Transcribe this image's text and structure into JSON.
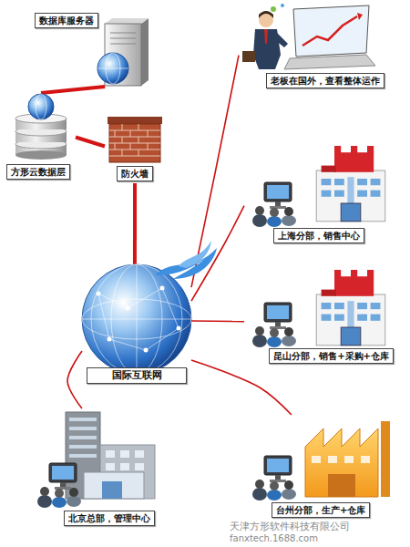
{
  "diagram": {
    "nodes": [
      {
        "text": [
          "数据库服务器"
        ]
      },
      {
        "text": [
          "老板在国外，查看整体运作"
        ]
      },
      {
        "text": [
          "方形云数据层"
        ]
      },
      {
        "text": [
          "防火墙"
        ]
      },
      {
        "text": [
          "上海分部，销售中心"
        ]
      },
      {
        "text": [
          "昆山分部，销售+采购+仓库"
        ]
      },
      {
        "text": [
          "国际互联网"
        ]
      },
      {
        "text": [
          "北京总部，管理中心"
        ]
      },
      {
        "text": [
          "台州分部，生产+仓库"
        ]
      }
    ],
    "edges": [
      {
        "from": 0,
        "to": 2,
        "arrow": "none"
      },
      {
        "from": 2,
        "to": 3,
        "arrow": "none"
      },
      {
        "from": 3,
        "to": 6,
        "arrow": "none"
      },
      {
        "from": 6,
        "to": 1,
        "arrow": "none"
      },
      {
        "from": 6,
        "to": 4,
        "arrow": "none"
      },
      {
        "from": 6,
        "to": 5,
        "arrow": "none"
      },
      {
        "from": 6,
        "to": 7,
        "arrow": "none"
      },
      {
        "from": 6,
        "to": 8,
        "arrow": "none"
      }
    ],
    "labels": [
      "天津方形软件科技有限公司",
      "fanxtech.1688.com"
    ]
  }
}
